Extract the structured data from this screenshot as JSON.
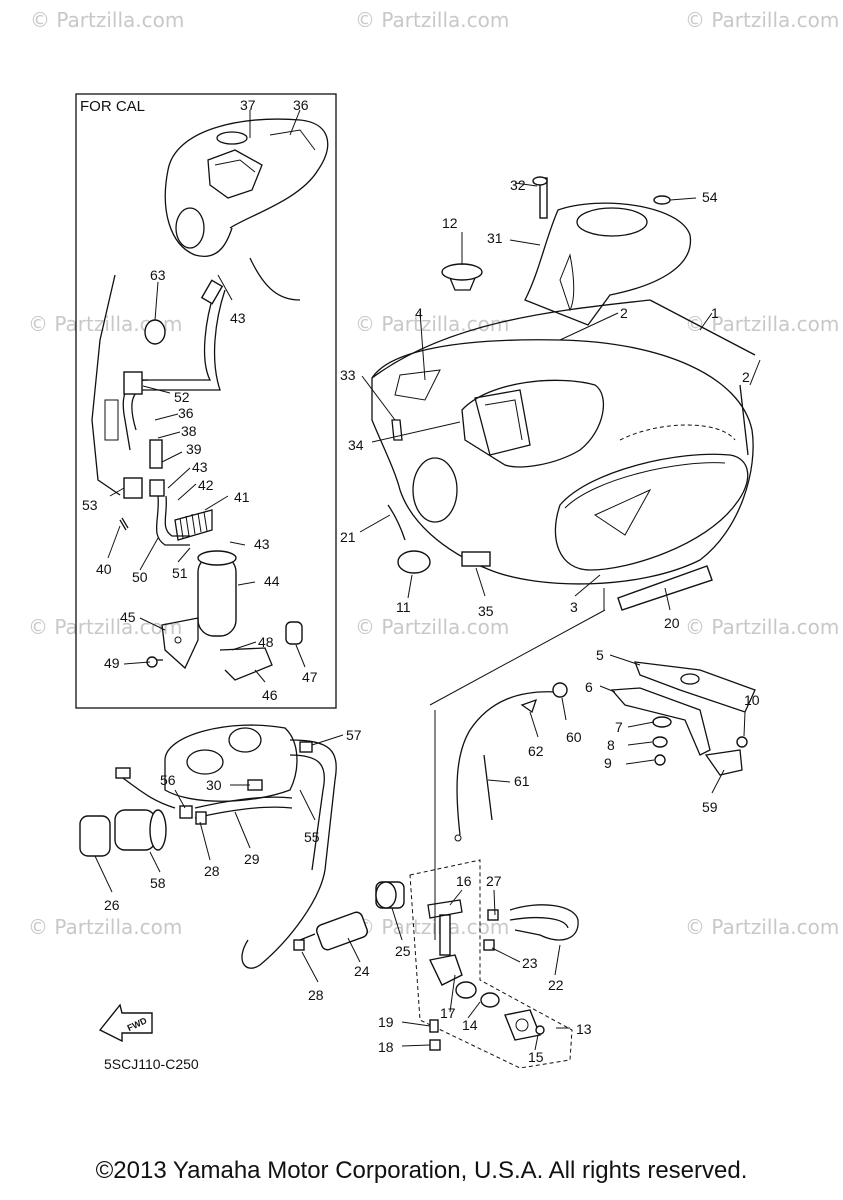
{
  "watermark": "© Partzilla.com",
  "diagram": {
    "cal_label": "FOR CAL",
    "code": "5SCJ110-C250",
    "fwd_label": "FWD",
    "part_numbers": [
      "1",
      "2",
      "2",
      "3",
      "4",
      "5",
      "6",
      "7",
      "8",
      "9",
      "10",
      "11",
      "12",
      "13",
      "14",
      "15",
      "16",
      "17",
      "18",
      "19",
      "20",
      "21",
      "22",
      "23",
      "24",
      "25",
      "26",
      "27",
      "28",
      "28",
      "29",
      "30",
      "31",
      "32",
      "33",
      "34",
      "35",
      "36",
      "36",
      "37",
      "38",
      "39",
      "40",
      "41",
      "42",
      "43",
      "43",
      "43",
      "44",
      "45",
      "46",
      "47",
      "48",
      "49",
      "50",
      "51",
      "52",
      "53",
      "54",
      "55",
      "56",
      "57",
      "58",
      "59",
      "60",
      "61",
      "62",
      "63"
    ]
  },
  "footer": {
    "copyright": "©2013 Yamaha Motor Corporation, U.S.A. All rights reserved."
  }
}
